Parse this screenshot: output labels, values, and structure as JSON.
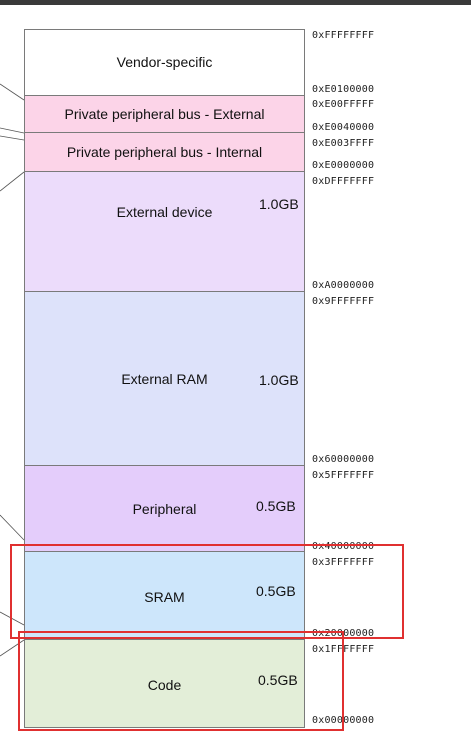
{
  "colors": {
    "vendor": "#ffffff",
    "ppb": "#fcd4e8",
    "external_device": "#ecdcfb",
    "external_ram": "#dde2fa",
    "peripheral": "#e4cdfb",
    "sram": "#cde6fb",
    "code": "#e3eed8",
    "border": "#7a7a7a",
    "highlight": "#e03030"
  },
  "regions": {
    "vendor": {
      "label": "Vendor-specific"
    },
    "ppb_external": {
      "label": "Private peripheral bus - External"
    },
    "ppb_internal": {
      "label": "Private peripheral bus - Internal"
    },
    "external_device": {
      "label": "External device",
      "size": "1.0GB"
    },
    "external_ram": {
      "label": "External RAM",
      "size": "1.0GB"
    },
    "peripheral": {
      "label": "Peripheral",
      "size": "0.5GB"
    },
    "sram": {
      "label": "SRAM",
      "size": "0.5GB"
    },
    "code": {
      "label": "Code",
      "size": "0.5GB"
    }
  },
  "addresses": [
    "0xFFFFFFFF",
    "0xE0100000",
    "0xE00FFFFF",
    "0xE0040000",
    "0xE003FFFF",
    "0xE0000000",
    "0xDFFFFFFF",
    "0xA0000000",
    "0x9FFFFFFF",
    "0x60000000",
    "0x5FFFFFFF",
    "0x40000000",
    "0x3FFFFFFF",
    "0x20000000",
    "0x1FFFFFFF",
    "0x00000000"
  ]
}
